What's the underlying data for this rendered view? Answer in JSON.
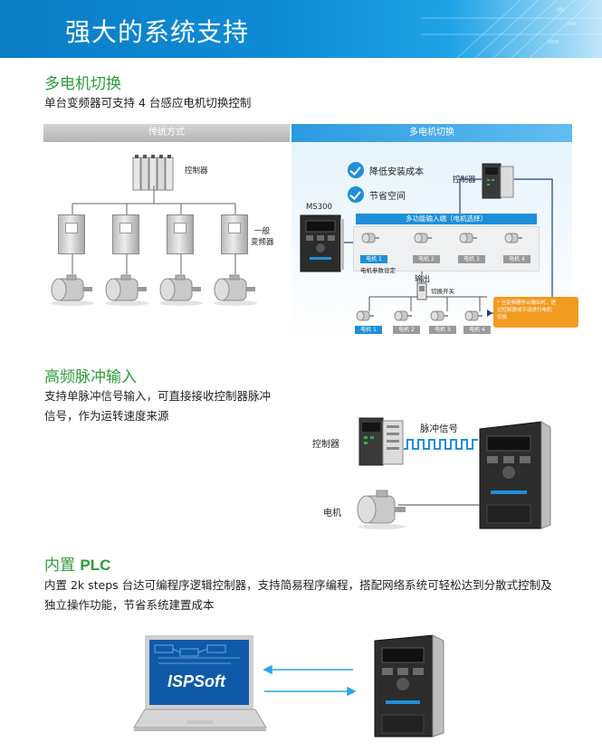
{
  "banner": {
    "title": "强大的系统支持"
  },
  "multi_motor": {
    "heading": "多电机切换",
    "desc": "单台变频器可支持 4 台感应电机切换控制",
    "tab_traditional": "传统方式",
    "tab_switch": "多电机切换",
    "left": {
      "controller": "控制器",
      "general_drive_1": "一般",
      "general_drive_2": "变频器"
    },
    "right": {
      "benefit_1": "降低安装成本",
      "benefit_2": "节省空间",
      "controller": "控制器",
      "model": "MS300",
      "multi_input": "多功能输入端（电机选择）",
      "motors": [
        "电机 1",
        "电机 2",
        "电机 3",
        "电机 4"
      ],
      "param_setting": "电机参数设定",
      "output": "输出",
      "switch": "切换开关",
      "note_1": "* 当变频器停止输出时，透",
      "note_2": "过控制器或手动进行电机",
      "note_3": "切换"
    }
  },
  "pulse": {
    "heading": "高频脉冲输入",
    "desc_line1": "支持单脉冲信号输入，可直接接收控制器脉冲",
    "desc_line2": "信号，作为运转速度来源",
    "controller": "控制器",
    "pulse_signal": "脉冲信号",
    "motor": "电机"
  },
  "plc": {
    "heading_cn": "内置 ",
    "heading_en": "PLC",
    "desc_line1": "内置 2k steps 台达可编程序逻辑控制器，支持简易程序编程，搭配网络系统可轻松达到分散式控制及",
    "desc_line2": "独立操作功能，节省系统建置成本",
    "software": "ISPSoft"
  },
  "colors": {
    "accent_green": "#2e9c3a",
    "accent_blue": "#1e8fd8",
    "note_orange": "#f39a21"
  }
}
